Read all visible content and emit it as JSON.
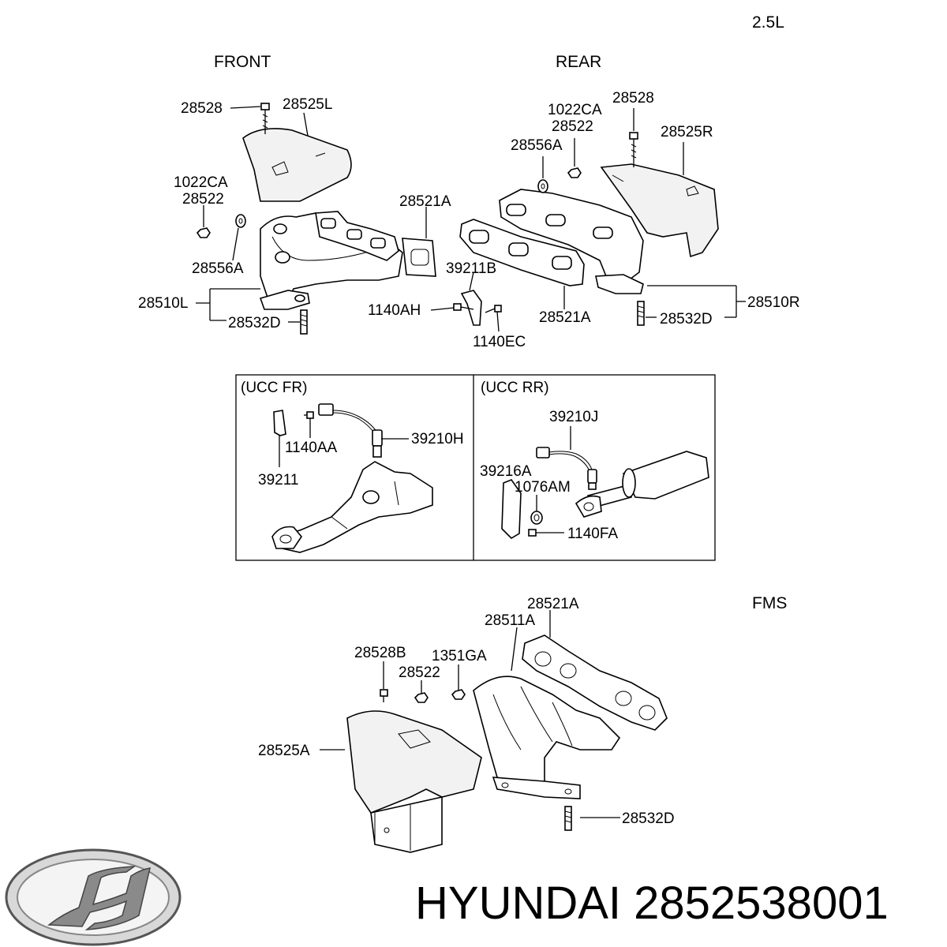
{
  "headers": {
    "engine": "2.5L",
    "front": "FRONT",
    "rear": "REAR",
    "fms": "FMS",
    "ucc_fr": "(UCC  FR)",
    "ucc_rr": "(UCC  RR)"
  },
  "front_labels": {
    "l28528": "28528",
    "l28525L": "28525L",
    "l1022CA": "1022CA",
    "l28522": "28522",
    "l28556A": "28556A",
    "l28521A": "28521A",
    "l28510L": "28510L",
    "l28532D": "28532D"
  },
  "middle_labels": {
    "l39211B": "39211B",
    "l1140AH": "1140AH",
    "l1140EC": "1140EC",
    "l28521A": "28521A"
  },
  "rear_labels": {
    "l1022CA": "1022CA",
    "l28522": "28522",
    "l28528": "28528",
    "l28525R": "28525R",
    "l28556A": "28556A",
    "l28510R": "28510R",
    "l28532D": "28532D"
  },
  "ucc_fr_labels": {
    "l1140AA": "1140AA",
    "l39210H": "39210H",
    "l39211": "39211"
  },
  "ucc_rr_labels": {
    "l39210J": "39210J",
    "l39216A": "39216A",
    "l1076AM": "1076AM",
    "l1140FA": "1140FA"
  },
  "fms_labels": {
    "l28521A": "28521A",
    "l28511A": "28511A",
    "l28528B": "28528B",
    "l1351GA": "1351GA",
    "l28522": "28522",
    "l28525A": "28525A",
    "l28532D": "28532D"
  },
  "brand": {
    "logo_icon": "hyundai-logo-icon",
    "text": "HYUNDAI 2852538001"
  }
}
